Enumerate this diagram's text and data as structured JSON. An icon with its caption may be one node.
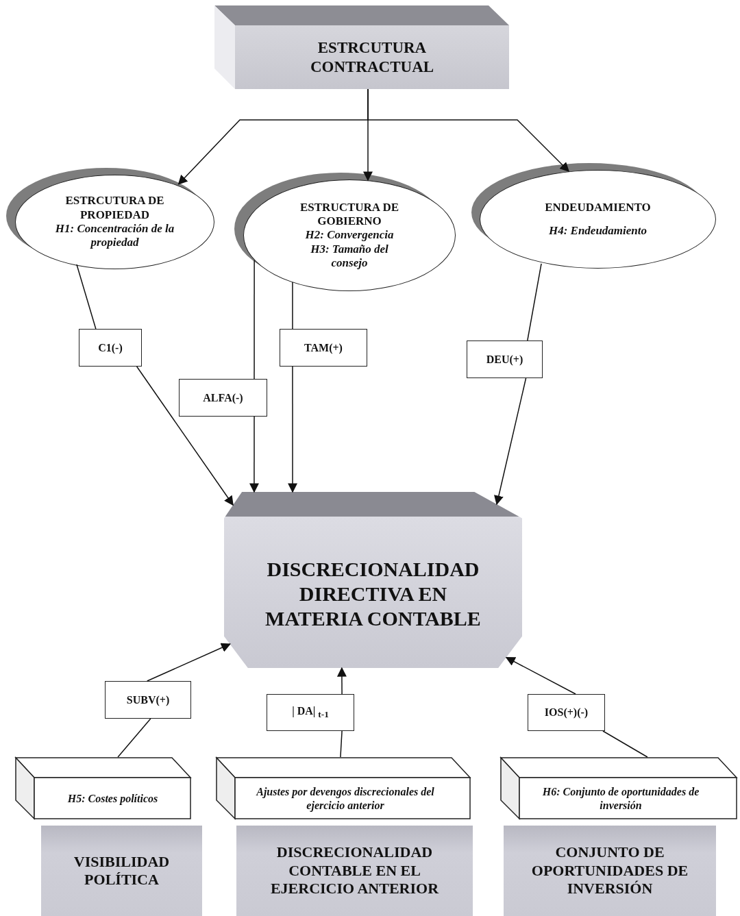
{
  "diagram": {
    "nodes": [
      {
        "text": [
          "ESTRCUTURA CONTRACTUAL"
        ]
      },
      {
        "text": [
          "ESTRCUTURA DE PROPIEDAD",
          "H1: Concentración de la propiedad"
        ]
      },
      {
        "text": [
          "ESTRUCTURA DE GOBIERNO",
          "H2: Convergencia",
          "H3: Tamaño del consejo"
        ]
      },
      {
        "text": [
          "ENDEUDAMIENTO",
          "H4: Endeudamiento"
        ]
      },
      {
        "text": [
          "C1(-)"
        ]
      },
      {
        "text": [
          "ALFA(-)"
        ]
      },
      {
        "text": [
          "TAM(+)"
        ]
      },
      {
        "text": [
          "DEU(+)"
        ]
      },
      {
        "text": [
          "DISCRECIONALIDAD DIRECTIVA EN MATERIA CONTABLE"
        ]
      },
      {
        "text": [
          "SUBV(+)"
        ]
      },
      {
        "text": [
          "| DA| $_{t-1}$"
        ]
      },
      {
        "text": [
          "IOS(+)(-)"
        ]
      },
      {
        "text": [
          "H5: Costes políticos"
        ]
      },
      {
        "text": [
          "Ajustes por devengos discrecionales del ejercicio anterior"
        ]
      },
      {
        "text": [
          "H6: Conjunto de oportunidades de inversión"
        ]
      },
      {
        "text": [
          "VISIBILIDAD POLÍTICA"
        ]
      },
      {
        "text": [
          "DISCRECIONALIDAD CONTABLE EN EL EJERCICIO ANTERIOR"
        ]
      },
      {
        "text": [
          "CONJUNTO DE OPORTUNIDADES DE INVERSIÓN"
        ]
      }
    ],
    "edges": [
      {
        "from": 0,
        "to": 1,
        "arrow": "to"
      },
      {
        "from": 0,
        "to": 2,
        "arrow": "to"
      },
      {
        "from": 0,
        "to": 3,
        "arrow": "to"
      },
      {
        "from": 1,
        "to": 4,
        "arrow": "none"
      },
      {
        "from": 4,
        "to": 8,
        "arrow": "to"
      },
      {
        "from": 2,
        "to": 5,
        "arrow": "none"
      },
      {
        "from": 5,
        "to": 8,
        "arrow": "to"
      },
      {
        "from": 2,
        "to": 6,
        "arrow": "none"
      },
      {
        "from": 6,
        "to": 8,
        "arrow": "to"
      },
      {
        "from": 3,
        "to": 7,
        "arrow": "none"
      },
      {
        "from": 7,
        "to": 8,
        "arrow": "to"
      },
      {
        "from": 12,
        "to": 9,
        "arrow": "none"
      },
      {
        "from": 9,
        "to": 8,
        "arrow": "to"
      },
      {
        "from": 13,
        "to": 10,
        "arrow": "none"
      },
      {
        "from": 10,
        "to": 8,
        "arrow": "to"
      },
      {
        "from": 14,
        "to": 11,
        "arrow": "none"
      },
      {
        "from": 11,
        "to": 8,
        "arrow": "to"
      }
    ]
  }
}
